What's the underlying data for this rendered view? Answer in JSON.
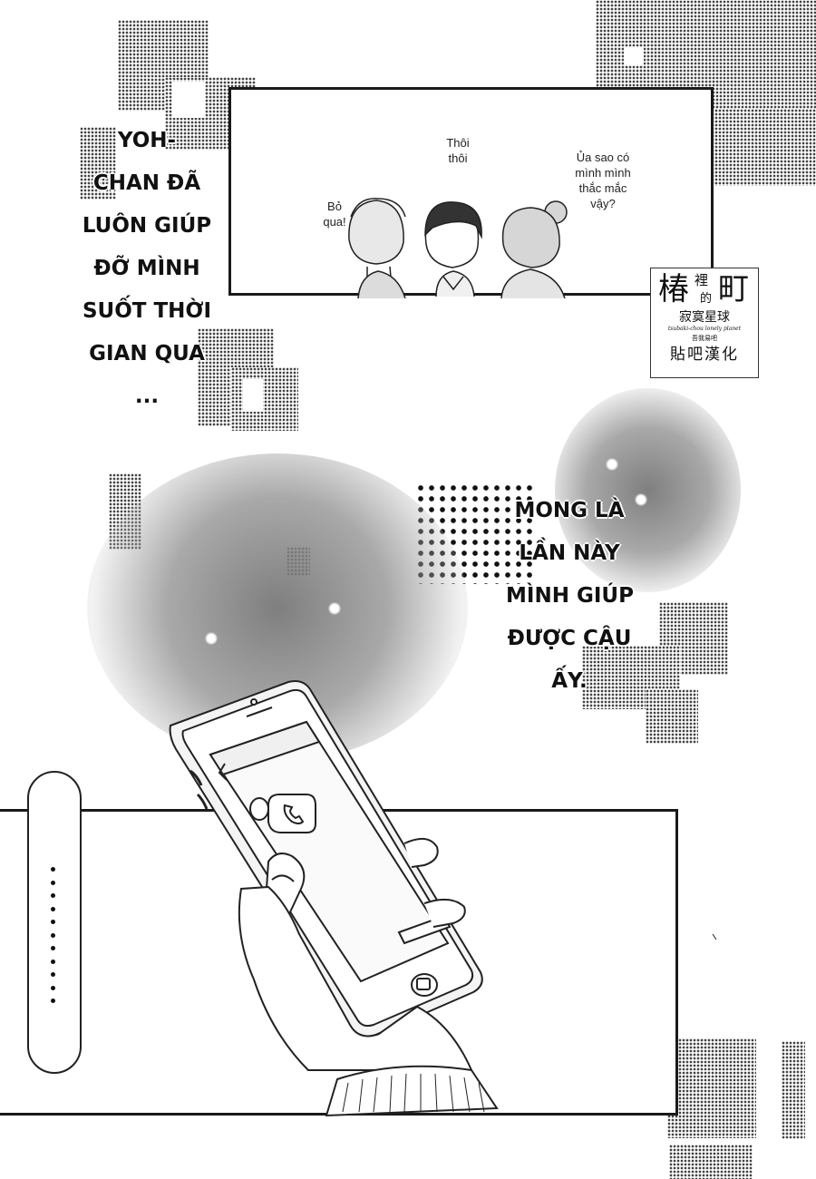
{
  "captions": {
    "top_left": [
      "YOH-",
      "CHAN ĐÃ",
      "LUÔN GIÚP",
      "ĐỠ MÌNH",
      "SUỐT THỜI",
      "GIAN QUA",
      "..."
    ],
    "middle_right": [
      "MONG LÀ",
      "LẦN NÀY",
      "MÌNH GIÚP",
      "ĐƯỢC CẬU",
      "ẤY."
    ]
  },
  "panel_top": {
    "speech_center": [
      "Thôi",
      "thôi"
    ],
    "speech_left": [
      "Bỏ",
      "qua!"
    ],
    "speech_right": [
      "Ủa sao có",
      "mình mình",
      "thắc mắc",
      "vậy?"
    ]
  },
  "logo": {
    "title_large_left": "椿",
    "title_large_right": "町",
    "title_small_top": "裡",
    "title_small_mid": "的",
    "subtitle": "寂寞星球",
    "romaji": "tsubaki-chou lonely planet",
    "small_line": "吾我易吧",
    "group": "貼吧漢化"
  },
  "bubble_left": {
    "dot_count": 11
  },
  "phone": {
    "icon": "phone-call-icon"
  }
}
